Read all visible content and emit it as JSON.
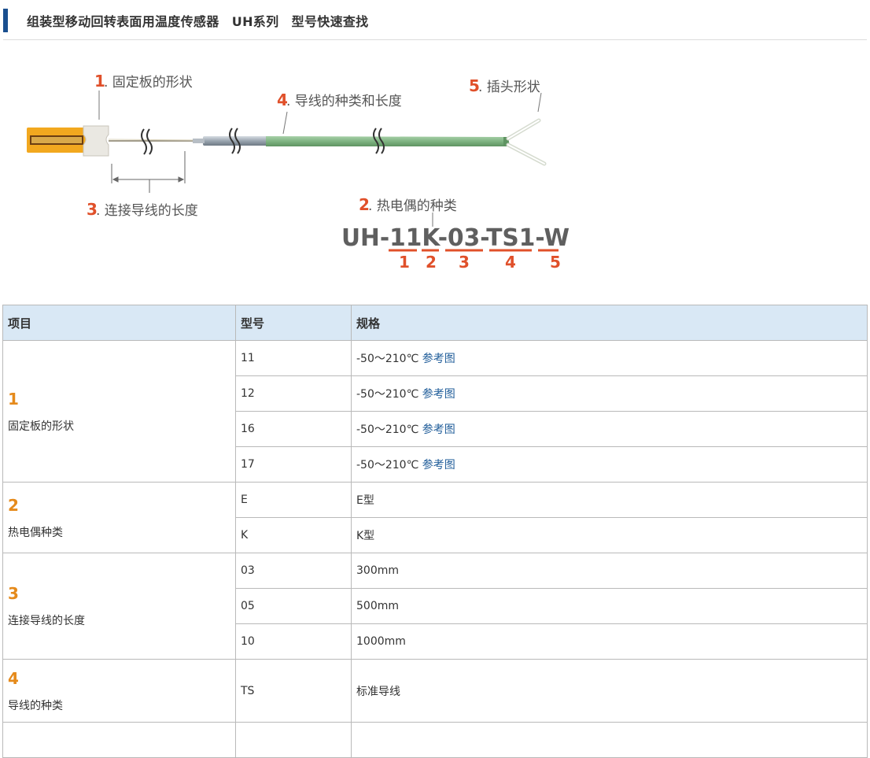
{
  "header": {
    "title": "组装型移动回转表面用温度传感器　UH系列　型号快速查找"
  },
  "diagram": {
    "callouts": [
      {
        "num": "1",
        "text": ". 固定板的形状"
      },
      {
        "num": "4",
        "text": ". 导线的种类和长度"
      },
      {
        "num": "5",
        "text": ". 插头形状"
      },
      {
        "num": "3",
        "text": ". 连接导线的长度"
      },
      {
        "num": "2",
        "text": ". 热电偶的种类"
      }
    ],
    "model_code": "UH-11K-03-TS1-W",
    "segment_numbers": [
      "1",
      "2",
      "3",
      "4",
      "5"
    ],
    "colors": {
      "callout": "#e0502a",
      "plate": "#f2a81f",
      "cable": "#8cba8e"
    }
  },
  "table": {
    "headers": [
      "项目",
      "型号",
      "规格"
    ],
    "groups": [
      {
        "num": "1",
        "name": "固定板的形状",
        "rows": [
          {
            "model": "11",
            "spec": "-50～210℃ ",
            "link": "参考图"
          },
          {
            "model": "12",
            "spec": "-50～210℃ ",
            "link": "参考图"
          },
          {
            "model": "16",
            "spec": "-50～210℃ ",
            "link": "参考图"
          },
          {
            "model": "17",
            "spec": "-50～210℃ ",
            "link": "参考图"
          }
        ]
      },
      {
        "num": "2",
        "name": "热电偶种类",
        "rows": [
          {
            "model": "E",
            "spec": "E型"
          },
          {
            "model": "K",
            "spec": "K型"
          }
        ]
      },
      {
        "num": "3",
        "name": "连接导线的长度",
        "rows": [
          {
            "model": "03",
            "spec": "300mm"
          },
          {
            "model": "05",
            "spec": "500mm"
          },
          {
            "model": "10",
            "spec": "1000mm"
          }
        ]
      },
      {
        "num": "4",
        "name": "导线的种类",
        "rows": [
          {
            "model": "TS",
            "spec": "标准导线"
          }
        ]
      }
    ]
  }
}
